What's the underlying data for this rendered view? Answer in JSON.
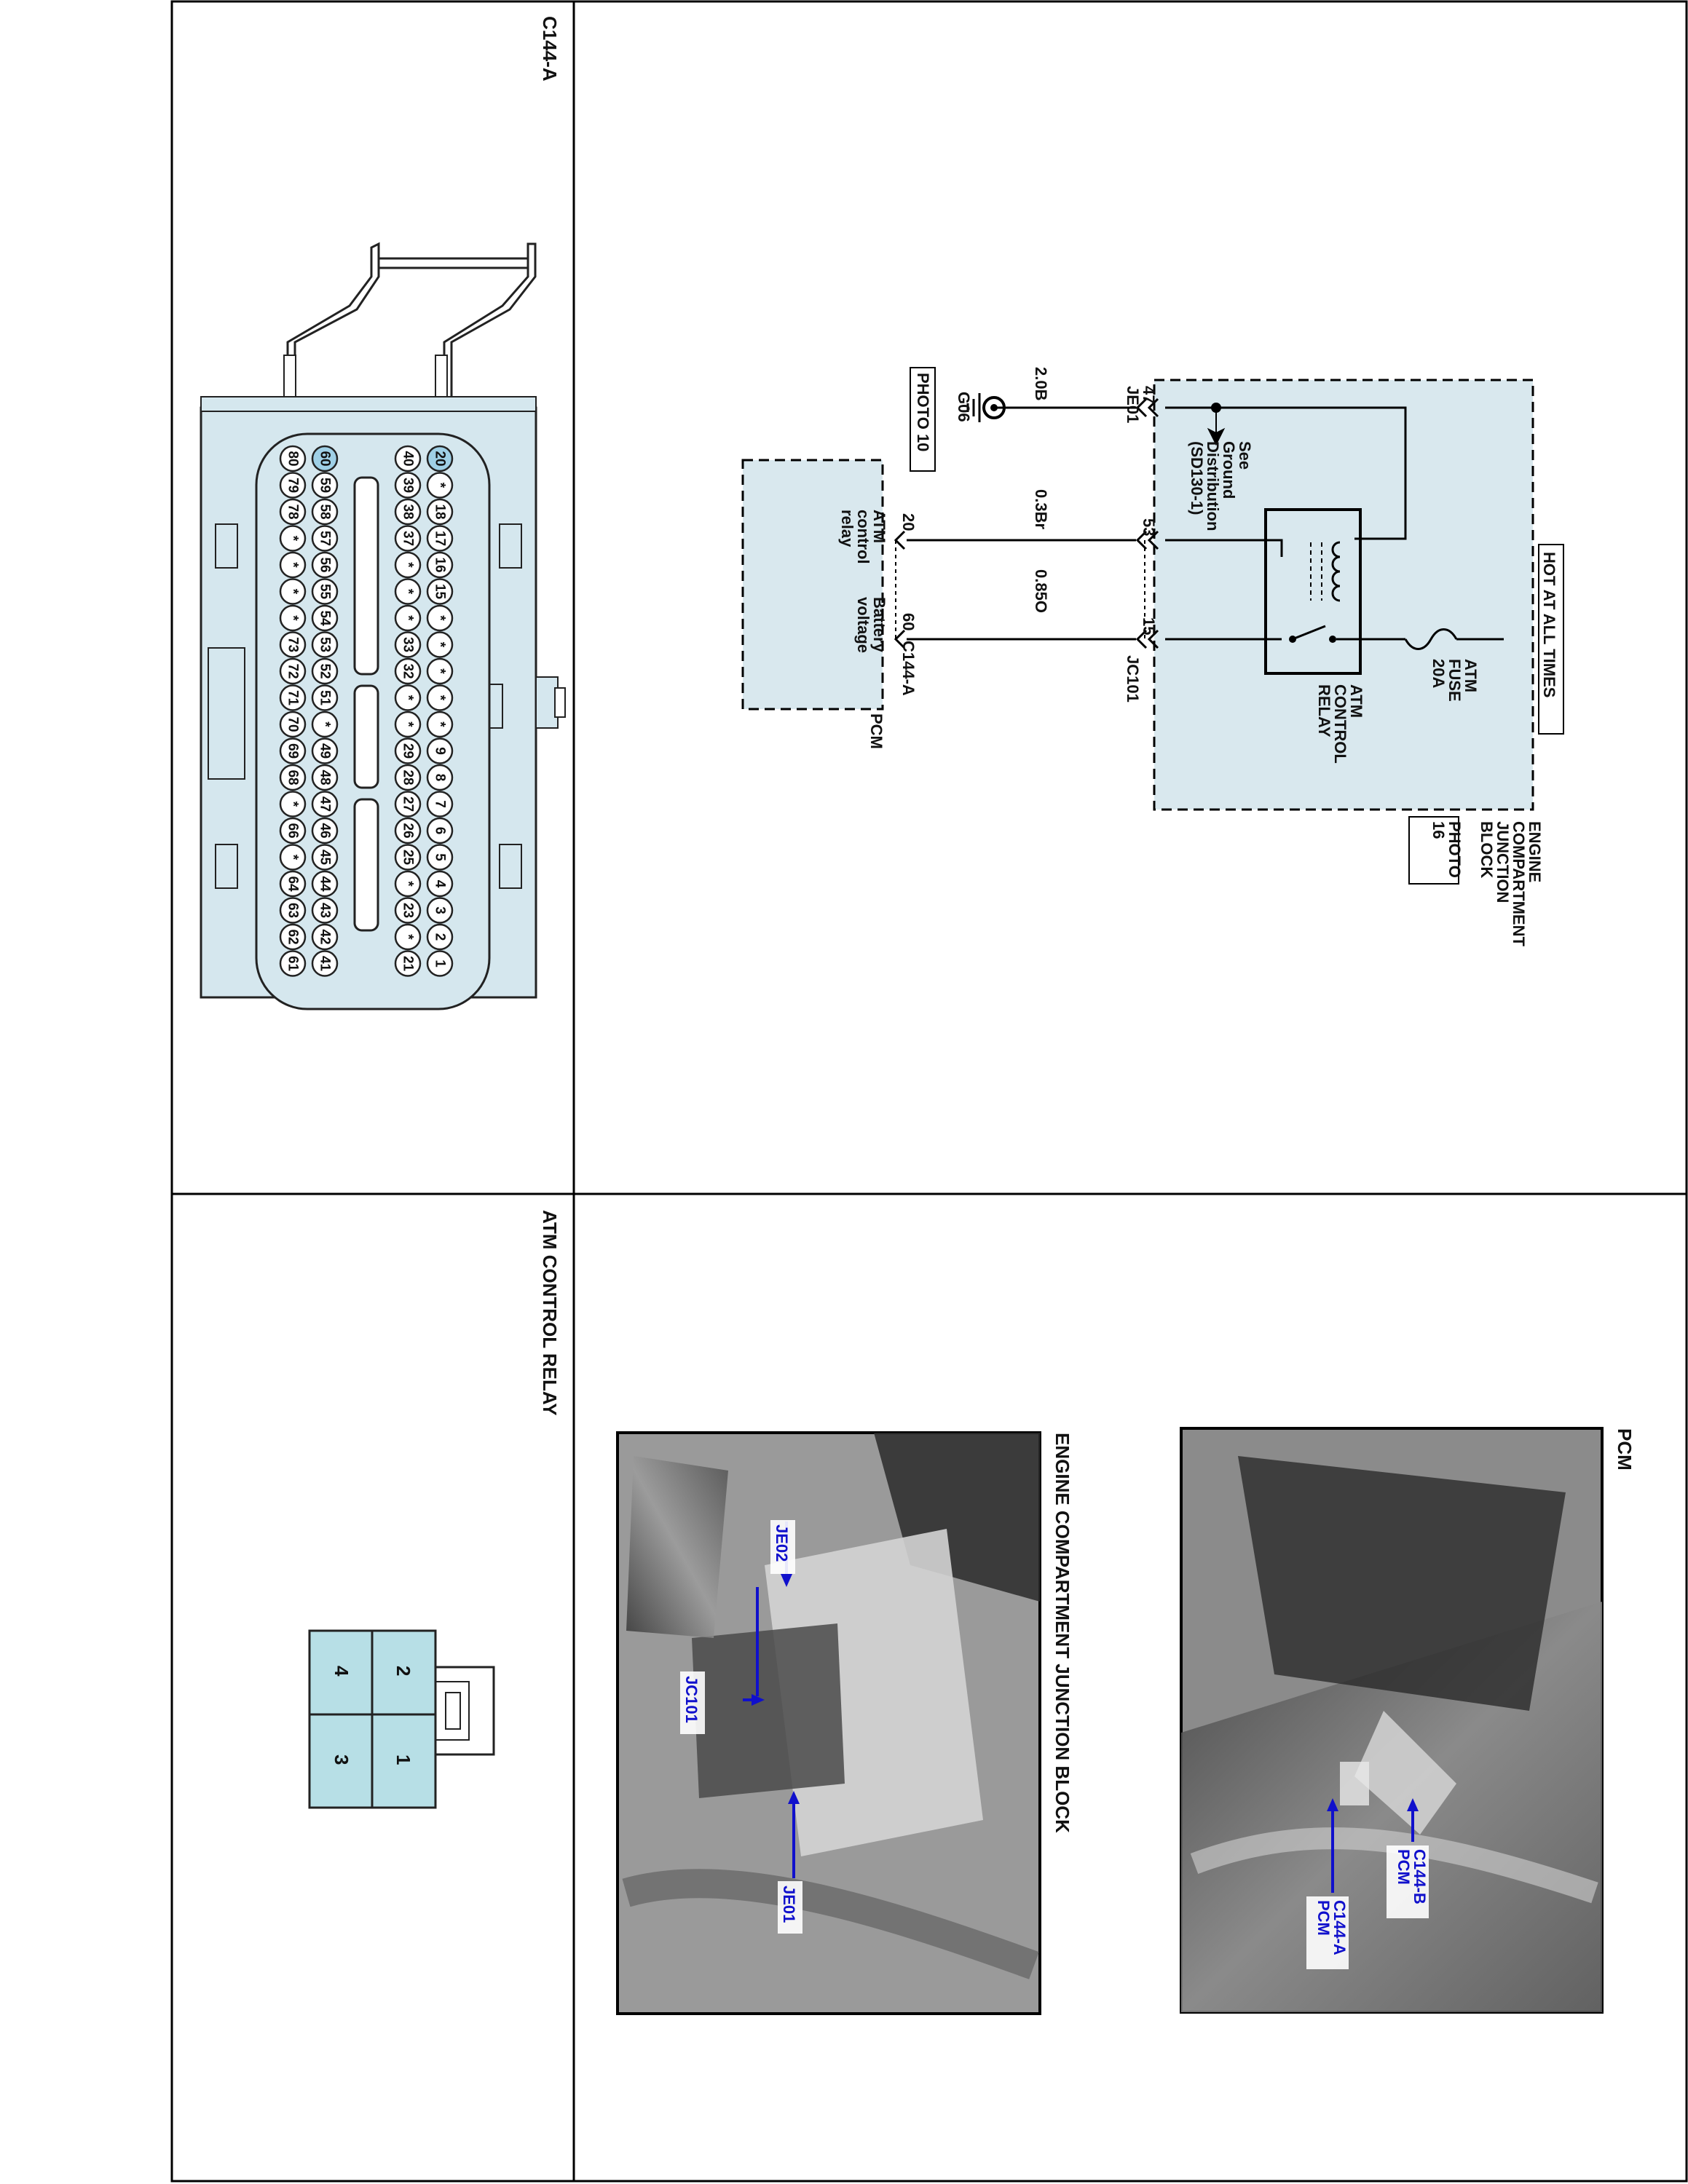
{
  "panels": {
    "connector_title": "C144-A",
    "relay_title": "ATM CONTROL RELAY",
    "photo_pcm_title": "PCM",
    "photo_junction_title": "ENGINE COMPARTMENT JUNCTION BLOCK"
  },
  "schematic": {
    "hot_label": "HOT AT ALL TIMES",
    "fuse_label": [
      "ATM",
      "FUSE",
      "20A"
    ],
    "relay_label": [
      "ATM",
      "CONTROL",
      "RELAY"
    ],
    "junction_label": [
      "ENGINE",
      "COMPARTMENT",
      "JUNCTION",
      "BLOCK"
    ],
    "junction_photo": [
      "PHOTO",
      "16"
    ],
    "ground_note": [
      "See",
      "Ground",
      "Distribution",
      "(SD130-1)"
    ],
    "connector_je01": "JE01",
    "connector_jc101": "JC101",
    "connector_c144a": "C144-A",
    "pin_je01": "47",
    "pin_jc101_a": "53",
    "pin_jc101_b": "15",
    "wire_ground": "2.0B",
    "wire_a": "0.3Br",
    "wire_b": "0.85O",
    "ground_id": "G06",
    "ground_photo": "PHOTO 10",
    "pcm_pin_a": "20",
    "pcm_pin_b": "60",
    "pcm_label_a": [
      "ATM",
      "control",
      "relay"
    ],
    "pcm_label_b": [
      "Battery",
      "voltage"
    ],
    "pcm_label": "PCM"
  },
  "connector_c144a": {
    "rows": [
      [
        "20",
        "*",
        "18",
        "17",
        "16",
        "15",
        "*",
        "*",
        "*",
        "*",
        "*",
        "9",
        "8",
        "7",
        "6",
        "5",
        "4",
        "3",
        "2",
        "1"
      ],
      [
        "40",
        "39",
        "38",
        "37",
        "*",
        "*",
        "*",
        "33",
        "32",
        "*",
        "*",
        "29",
        "28",
        "27",
        "26",
        "25",
        "*",
        "23",
        "*",
        "21"
      ],
      [
        "60",
        "59",
        "58",
        "57",
        "56",
        "55",
        "54",
        "53",
        "52",
        "51",
        "*",
        "49",
        "48",
        "47",
        "46",
        "45",
        "44",
        "43",
        "42",
        "41"
      ],
      [
        "80",
        "79",
        "78",
        "*",
        "*",
        "*",
        "*",
        "73",
        "72",
        "71",
        "70",
        "69",
        "68",
        "*",
        "66",
        "*",
        "64",
        "63",
        "62",
        "61"
      ]
    ],
    "highlight": [
      "20",
      "60"
    ]
  },
  "relay_connector": {
    "pins": [
      "2",
      "1",
      "4",
      "3"
    ]
  },
  "photo_pcm": {
    "callouts": [
      [
        "C144-B",
        "PCM"
      ],
      [
        "C144-A",
        "PCM"
      ]
    ]
  },
  "photo_junction": {
    "callouts": [
      "JE02",
      "JC101",
      "JE01"
    ]
  }
}
